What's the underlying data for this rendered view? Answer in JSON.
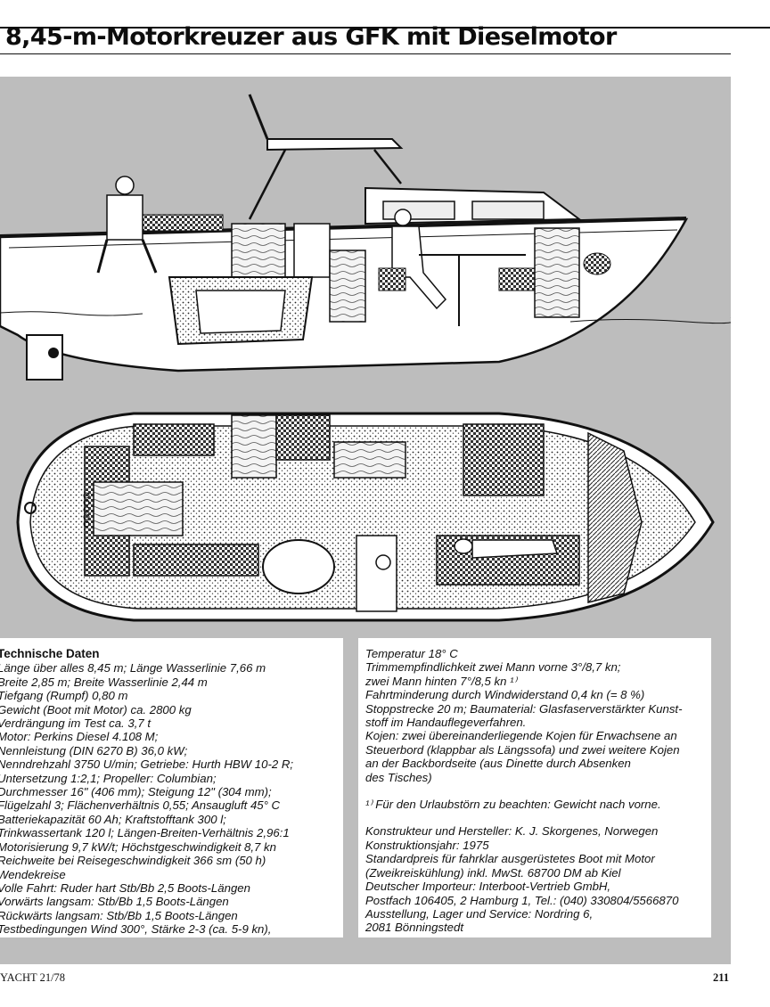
{
  "header": {
    "title": "8,45-m-Motorkreuzer aus GFK mit Dieselmotor"
  },
  "tech_data": {
    "heading": "Technische Daten",
    "lines": [
      "Länge über alles 8,45 m; Länge Wasserlinie 7,66 m",
      "Breite 2,85 m; Breite Wasserlinie 2,44 m",
      "Tiefgang (Rumpf) 0,80 m",
      "Gewicht (Boot mit Motor) ca. 2800 kg",
      "Verdrängung im Test ca. 3,7 t",
      "Motor: Perkins Diesel 4.108 M;",
      "Nennleistung (DIN 6270 B) 36,0 kW;",
      "Nenndrehzahl 3750 U/min; Getriebe: Hurth HBW 10-2 R;",
      "Untersetzung 1:2,1; Propeller: Columbian;",
      "Durchmesser 16\" (406 mm); Steigung 12\" (304 mm);",
      "Flügelzahl 3; Flächenverhältnis 0,55; Ansaugluft 45° C",
      "Batteriekapazität 60 Ah; Kraftstofftank 300 l;",
      "Trinkwassertank 120 l; Längen-Breiten-Verhältnis 2,96:1",
      "Motorisierung 9,7 kW/t; Höchstgeschwindigkeit 8,7 kn",
      "Reichweite bei Reisegeschwindigkeit 366 sm (50 h)",
      "Wendekreise",
      "Volle Fahrt: Ruder hart Stb/Bb 2,5 Boots-Längen",
      "Vorwärts langsam: Stb/Bb 1,5 Boots-Längen",
      "Rückwärts langsam: Stb/Bb 1,5 Boots-Längen",
      "Testbedingungen Wind 300°, Stärke 2-3 (ca. 5-9 kn),"
    ]
  },
  "test_notes": {
    "lines": [
      "Temperatur 18° C",
      "Trimmempfindlichkeit zwei Mann vorne 3°/8,7 kn;",
      "zwei Mann hinten 7°/8,5 kn ¹⁾",
      "Fahrtminderung durch Windwiderstand 0,4 kn (= 8 %)",
      "Stoppstrecke 20 m; Baumaterial: Glasfaserverstärkter Kunst-",
      "stoff im Handauflegeverfahren.",
      "Kojen: zwei übereinanderliegende Kojen für Erwachsene an",
      "Steuerbord (klappbar als Längssofa) und zwei weitere Kojen",
      "an der Backbordseite (aus Dinette durch Absenken",
      "des Tisches)"
    ],
    "footnote": "¹⁾ Für den Urlaubstörn zu beachten: Gewicht nach vorne."
  },
  "manufacturer": {
    "lines": [
      "Konstrukteur und Hersteller: K. J. Skorgenes, Norwegen",
      "Konstruktionsjahr: 1975",
      "Standardpreis für fahrklar ausgerüstetes Boot mit Motor",
      "(Zweikreiskühlung) inkl. MwSt. 68700 DM ab Kiel",
      "Deutscher Importeur: Interboot-Vertrieb GmbH,",
      "Postfach 106405, 2 Hamburg 1, Tel.: (040) 330804/5566870",
      "Ausstellung, Lager und Service: Nordring 6,",
      "2081 Bönningstedt"
    ]
  },
  "footer": {
    "magazine": "YACHT  21/78",
    "page_number": "211"
  }
}
